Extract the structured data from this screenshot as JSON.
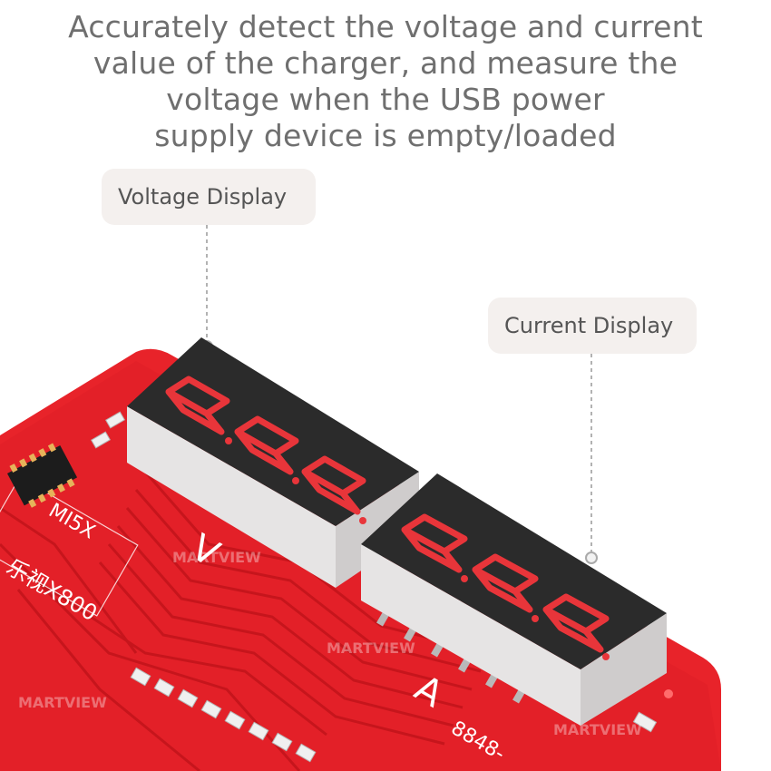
{
  "headline": [
    "Accurately detect the voltage and current",
    "value of the charger, and measure the",
    "voltage when the USB power",
    "supply device is empty/loaded"
  ],
  "callouts": {
    "voltage": "Voltage Display",
    "current": "Current Display"
  },
  "board": {
    "voltage_symbol": "V",
    "current_symbol": "A",
    "silkscreen": [
      "MI5X",
      "乐视X800",
      "8848-"
    ],
    "watermark": "MARTVIEW",
    "colors": {
      "pcb": "#e8232a",
      "segment_on": "#e8353a",
      "display_body": "#2b2b2b"
    }
  },
  "displays": {
    "voltage_digits": 3,
    "current_digits": 3
  }
}
